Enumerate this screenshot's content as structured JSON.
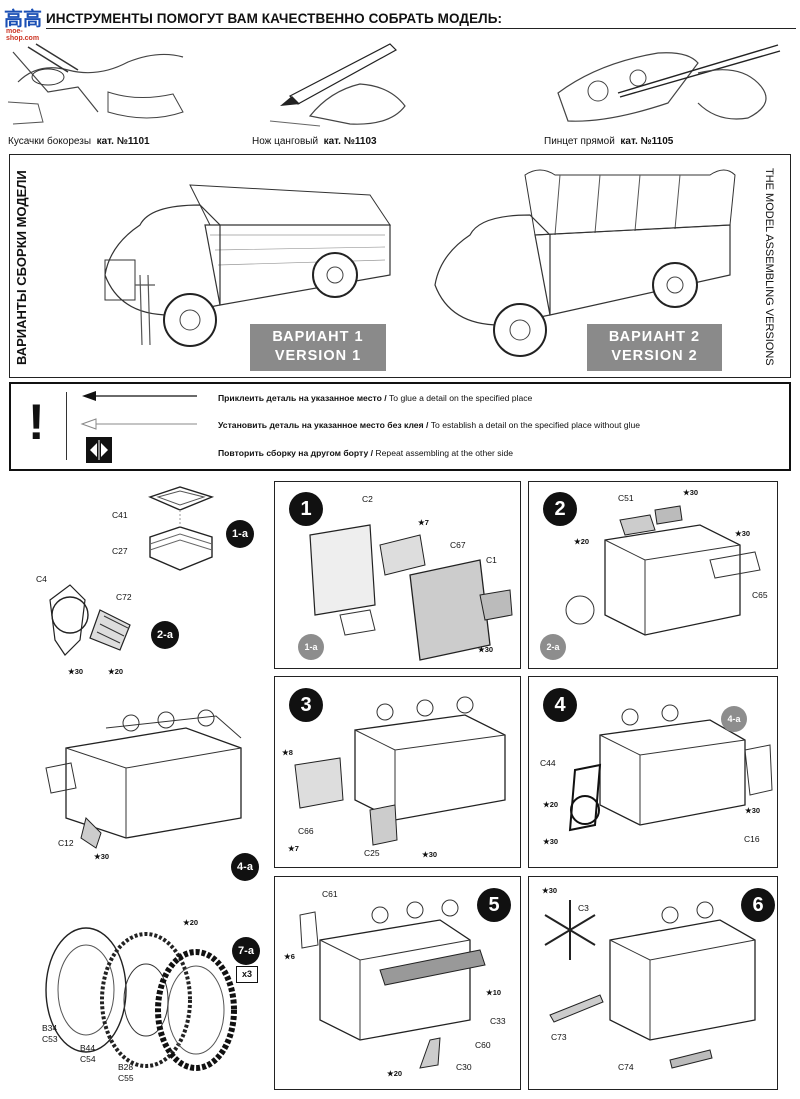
{
  "header": {
    "logo_text": "高高",
    "logo_sub": "moe-shop.com",
    "title": "ИНСТРУМЕНТЫ ПОМОГУТ ВАМ КАЧЕСТВЕННО СОБРАТЬ МОДЕЛЬ:"
  },
  "tools": [
    {
      "name": "Кусачки бокорезы",
      "cat": "кат. №1101"
    },
    {
      "name": "Нож цанговый",
      "cat": "кат. №1103"
    },
    {
      "name": "Пинцет прямой",
      "cat": "кат. №1105"
    }
  ],
  "versions": {
    "side_ru": "ВАРИАНТЫ СБОРКИ МОДЕЛИ",
    "side_en": "THE MODEL ASSEMBLING VERSIONS",
    "v1_ru": "ВАРИАНТ  1",
    "v1_en": "VERSION  1",
    "v2_ru": "ВАРИАНТ  2",
    "v2_en": "VERSION  2"
  },
  "legend": {
    "mark": "!",
    "row1_ru": "Приклеить деталь на указанное место /",
    "row1_en": " To glue a detail on the specified place",
    "row2_ru": "Установить деталь на указанное место без клея /",
    "row2_en": " To establish a detail on the specified place without glue",
    "row3_ru": "Повторить сборку на другом борту /",
    "row3_en": " Repeat assembling at the other side"
  },
  "sub_steps": [
    "1-a",
    "2-a",
    "4-a",
    "7-a"
  ],
  "sub_parts": {
    "c41": "C41",
    "c27": "C27",
    "c4": "C4",
    "c72": "C72",
    "c12": "C12",
    "b34": "B34",
    "c53": "C53",
    "b44": "B44",
    "c54": "C54",
    "b28": "B28",
    "c55": "C55",
    "x3": "x3",
    "s30a": "30",
    "s20a": "20",
    "s30b": "30",
    "s20b": "20"
  },
  "steps": {
    "s1": {
      "num": "1",
      "parts": [
        "C2",
        "C67",
        "C1"
      ],
      "stars": [
        "7",
        "30"
      ],
      "ref": "1-a"
    },
    "s2": {
      "num": "2",
      "parts": [
        "C51",
        "C65"
      ],
      "stars": [
        "30",
        "20",
        "30"
      ],
      "ref": "2-a"
    },
    "s3": {
      "num": "3",
      "parts": [
        "C66",
        "C25"
      ],
      "stars": [
        "8",
        "7",
        "30"
      ]
    },
    "s4": {
      "num": "4",
      "parts": [
        "C44",
        "C16"
      ],
      "stars": [
        "20",
        "30",
        "30"
      ],
      "ref": "4-a"
    },
    "s5": {
      "num": "5",
      "parts": [
        "C61",
        "C33",
        "C60",
        "C30"
      ],
      "stars": [
        "6",
        "10",
        "20"
      ]
    },
    "s6": {
      "num": "6",
      "parts": [
        "C3",
        "C73",
        "C74"
      ],
      "stars": [
        "30"
      ]
    }
  }
}
